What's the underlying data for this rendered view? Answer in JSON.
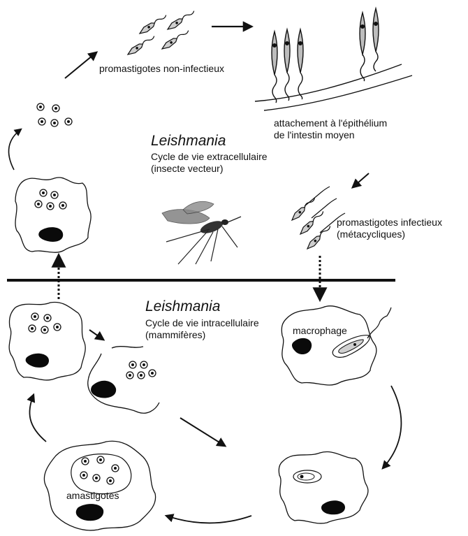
{
  "labels": {
    "promastigotes_non_infectieux": "promastigotes non-infectieux",
    "attachement_line1": "attachement à l'épithélium",
    "attachement_line2": "de l'intestin moyen",
    "top_title": "Leishmania",
    "top_subtitle_1": "Cycle de vie extracellulaire",
    "top_subtitle_2": "(insecte vecteur)",
    "promastigotes_infectieux_1": "promastigotes infectieux",
    "promastigotes_infectieux_2": "(métacycliques)",
    "bottom_title": "Leishmania",
    "bottom_subtitle_1": "Cycle de vie intracellulaire",
    "bottom_subtitle_2": "(mammifères)",
    "macrophage": "macrophage",
    "amastigotes": "amastigotes"
  },
  "colors": {
    "ink": "#111111",
    "cell_fill": "#ffffff",
    "nucleus": "#0a0a0a",
    "parasite_fill": "#b9b9b9"
  }
}
